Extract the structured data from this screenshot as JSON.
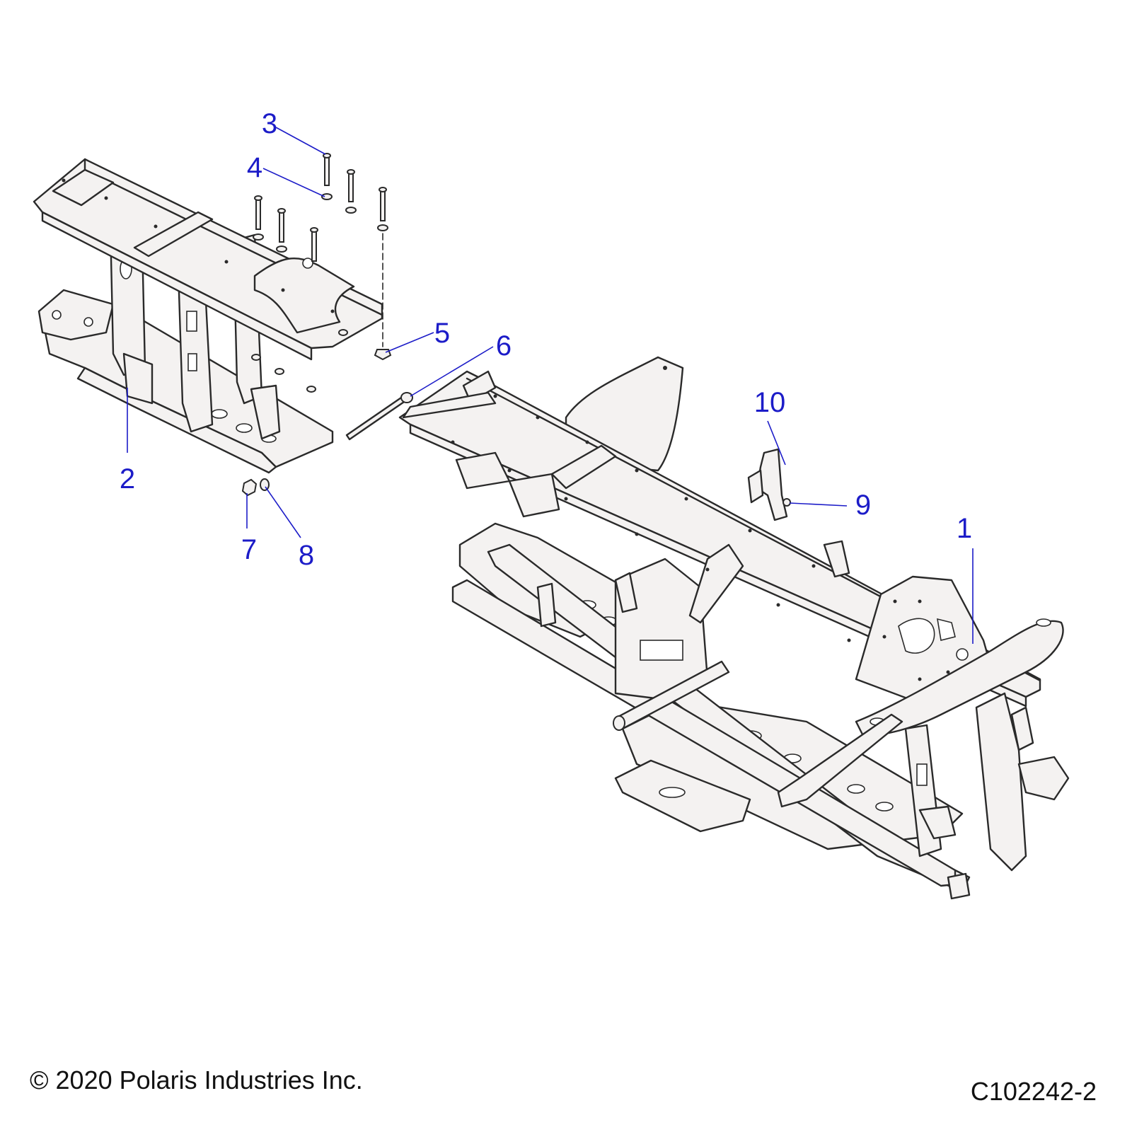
{
  "diagram": {
    "callouts": [
      "1",
      "2",
      "3",
      "4",
      "5",
      "6",
      "7",
      "8",
      "9",
      "10"
    ]
  },
  "footer": {
    "copyright": "© 2020 Polaris Industries Inc.",
    "diagram_id": "C102242-2"
  }
}
